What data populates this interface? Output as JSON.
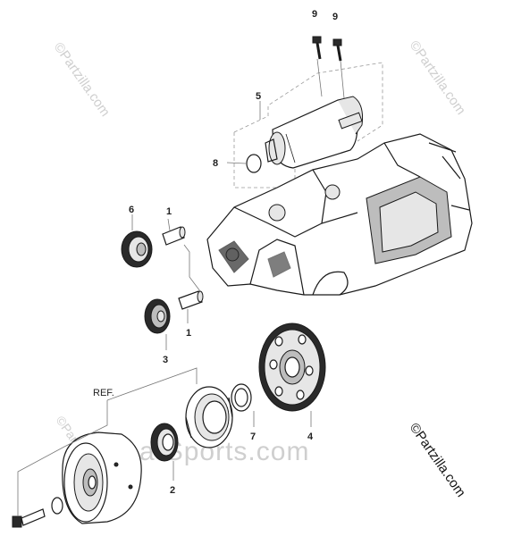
{
  "callouts": {
    "c9a": "9",
    "c9b": "9",
    "c5": "5",
    "c8": "8",
    "c6": "6",
    "c1a": "1",
    "c1b": "1",
    "c3": "3",
    "c4": "4",
    "c7": "7",
    "c2": "2",
    "ref": "REF."
  },
  "watermarks": {
    "left_top": "©Partzilla.com",
    "right_top": "©Partzilla.com",
    "left_bottom": "©Partzilla.com",
    "right_bottom": "©Partzilla.com",
    "center": "Alpha-Sports.com"
  }
}
